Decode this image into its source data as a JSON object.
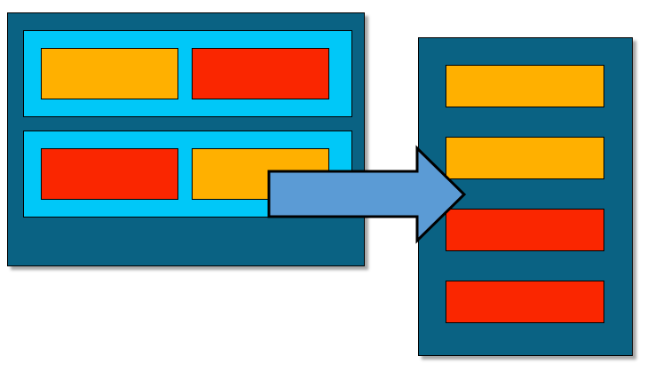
{
  "colors": {
    "panel_fill": "#0a6283",
    "row_fill": "#00c8f8",
    "orange": "#ffb000",
    "red": "#fa2600",
    "arrow_fill": "#5b9bd5",
    "outline": "#000000"
  },
  "source_layout": {
    "rows": [
      {
        "blocks": [
          "orange",
          "red"
        ]
      },
      {
        "blocks": [
          "red",
          "orange"
        ]
      }
    ]
  },
  "target_layout": {
    "blocks": [
      "orange",
      "orange",
      "red",
      "red"
    ]
  },
  "arrow": {
    "direction": "right",
    "icon": "right-arrow-icon"
  }
}
